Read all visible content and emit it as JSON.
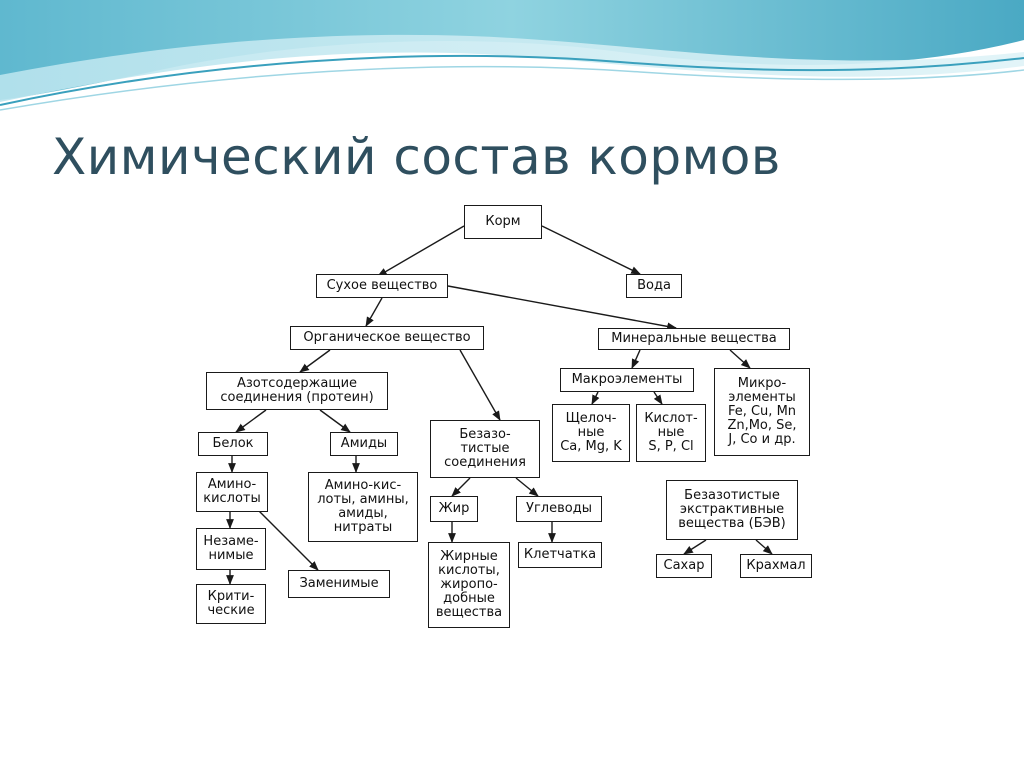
{
  "title": "Химический состав кормов",
  "nodes": {
    "korm": "Корм",
    "dry": "Сухое вещество",
    "water": "Вода",
    "organic": "Органическое вещество",
    "mineral": "Минеральные вещества",
    "nitrogen": "Азотсодержащие\nсоединения (протеин)",
    "macro": "Макроэлементы",
    "micro": "Микро-\nэлементы\nFe, Cu, Mn\nZn,Mo, Se,\nJ, Co и др.",
    "alkaline": "Щелоч-\nные\nCa, Mg, K",
    "acidic": "Кислот-\nные\nS, P, Cl",
    "protein": "Белок",
    "amides": "Амиды",
    "nonnitrogen": "Безазо-\nтистые\nсоединения",
    "aminoacids": "Амино-\nкислоты",
    "amides_list": "Амино-кис-\nлоты, амины,\nамиды,\nнитраты",
    "fat": "Жир",
    "carbs": "Углеводы",
    "bev": "Безазотистые\nэкстрактивные\nвещества (БЭВ)",
    "essential": "Незаме-\nнимые",
    "replaceable": "Заменимые",
    "fatty": "Жирные\nкислоты,\nжиропо-\nдобные\nвещества",
    "fiber": "Клетчатка",
    "sugar": "Сахар",
    "starch": "Крахмал",
    "critical": "Крити-\nческие"
  }
}
